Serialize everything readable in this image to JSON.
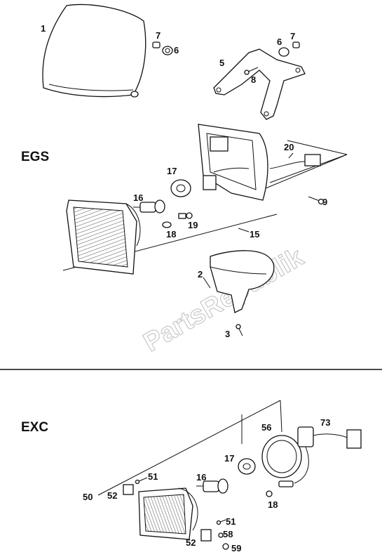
{
  "sections": {
    "egs": "EGS",
    "exc": "EXC"
  },
  "watermark": "PartsRepublik",
  "labels": {
    "p1": "1",
    "p2": "2",
    "p3": "3",
    "p5": "5",
    "p6a": "6",
    "p6b": "6",
    "p7a": "7",
    "p7b": "7",
    "p8": "8",
    "p9": "9",
    "p15": "15",
    "p16a": "16",
    "p16b": "16",
    "p17a": "17",
    "p17b": "17",
    "p18a": "18",
    "p18b": "18",
    "p19": "19",
    "p20": "20",
    "p50": "50",
    "p51a": "51",
    "p51b": "51",
    "p52a": "52",
    "p52b": "52",
    "p56": "56",
    "p58": "58",
    "p59": "59",
    "p73": "73"
  }
}
